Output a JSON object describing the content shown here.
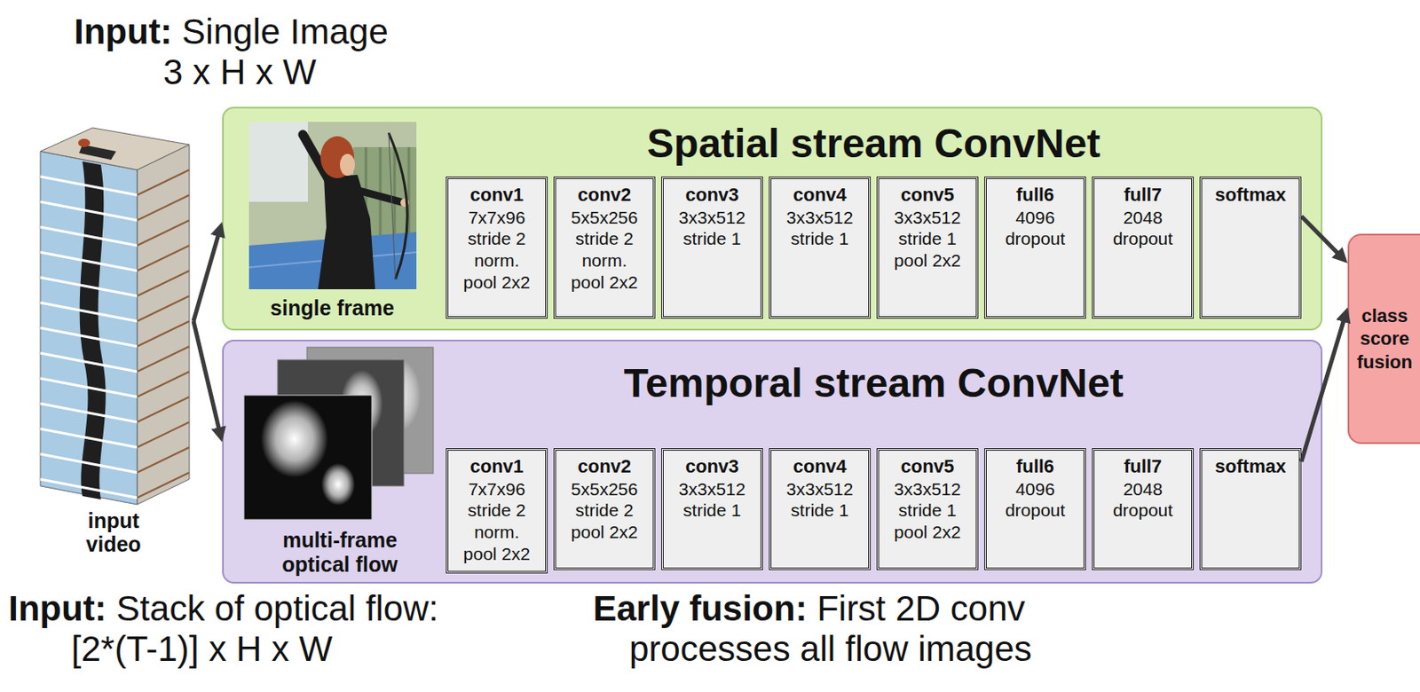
{
  "diagram": {
    "nodes": [
      {
        "text": [
          "input video"
        ]
      },
      {
        "text": [
          "Spatial stream ConvNet"
        ]
      },
      {
        "text": [
          "conv1",
          "7x7x96",
          "stride 2",
          "norm.",
          "pool 2x2"
        ],
        "in": 1
      },
      {
        "text": [
          "conv2",
          "5x5x256",
          "stride 2",
          "norm.",
          "pool 2x2"
        ],
        "in": 1
      },
      {
        "text": [
          "conv3",
          "3x3x512",
          "stride 1"
        ],
        "in": 1
      },
      {
        "text": [
          "conv4",
          "3x3x512",
          "stride 1"
        ],
        "in": 1
      },
      {
        "text": [
          "conv5",
          "3x3x512",
          "stride 1",
          "pool 2x2"
        ],
        "in": 1
      },
      {
        "text": [
          "full6",
          "4096",
          "dropout"
        ],
        "in": 1
      },
      {
        "text": [
          "full7",
          "2048",
          "dropout"
        ],
        "in": 1
      },
      {
        "text": [
          "softmax"
        ],
        "in": 1
      },
      {
        "text": [
          "Temporal stream ConvNet"
        ]
      },
      {
        "text": [
          "conv1",
          "7x7x96",
          "stride 2",
          "norm.",
          "pool 2x2"
        ],
        "in": 10
      },
      {
        "text": [
          "conv2",
          "5x5x256",
          "stride 2",
          "pool 2x2"
        ],
        "in": 10
      },
      {
        "text": [
          "conv3",
          "3x3x512",
          "stride 1"
        ],
        "in": 10
      },
      {
        "text": [
          "conv4",
          "3x3x512",
          "stride 1"
        ],
        "in": 10
      },
      {
        "text": [
          "conv5",
          "3x3x512",
          "stride 1",
          "pool 2x2"
        ],
        "in": 10
      },
      {
        "text": [
          "full6",
          "4096",
          "dropout"
        ],
        "in": 10
      },
      {
        "text": [
          "full7",
          "2048",
          "dropout"
        ],
        "in": 10
      },
      {
        "text": [
          "softmax"
        ],
        "in": 10
      },
      {
        "text": [
          "class score fusion"
        ]
      }
    ],
    "edges": [
      {
        "from": 0,
        "to": 1,
        "arrow": "to"
      },
      {
        "from": 0,
        "to": 10,
        "arrow": "to"
      },
      {
        "from": 9,
        "to": 19,
        "arrow": "to"
      },
      {
        "from": 18,
        "to": 19,
        "arrow": "to"
      }
    ],
    "labels": [
      "Input:",
      "Single Image",
      "3 x H x W",
      "single frame",
      "multi-frame optical flow",
      "Input:",
      "Stack of optical flow:",
      "[2*(T-1)] x H x W",
      "Early fusion:",
      "First 2D conv",
      "processes all flow images"
    ]
  }
}
